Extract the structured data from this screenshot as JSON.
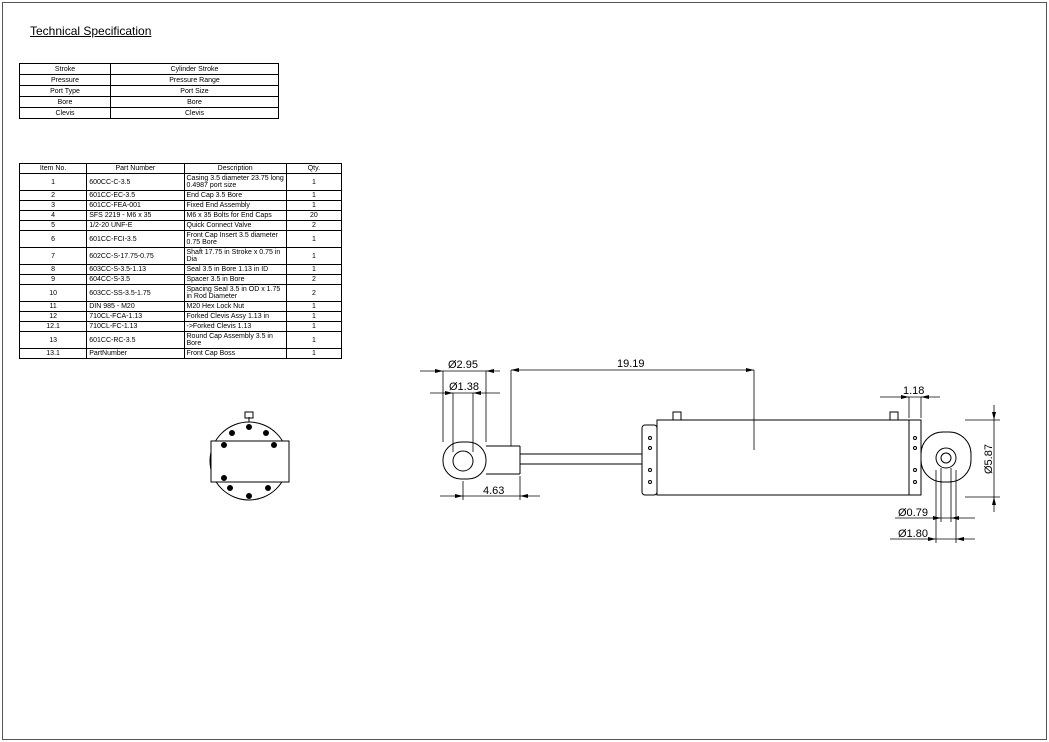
{
  "title": "Technical Specification",
  "spec_table": [
    [
      "Stroke",
      "Cylinder Stroke"
    ],
    [
      "Pressure",
      "Pressure Range"
    ],
    [
      "Port Type",
      "Port Size"
    ],
    [
      "Bore",
      "Bore"
    ],
    [
      "Clevis",
      "Clevis"
    ]
  ],
  "bom": {
    "headers": [
      "Item No.",
      "Part Number",
      "Description",
      "Qty."
    ],
    "rows": [
      [
        "1",
        "600CC-C-3.5",
        "Casing 3.5 diameter 23.75 long 0.4987 port size",
        "1"
      ],
      [
        "2",
        "601CC-EC-3.5",
        "End Cap 3.5 Bore",
        "1"
      ],
      [
        "3",
        "601CC-FEA-001",
        "Fixed End Assembly",
        "1"
      ],
      [
        "4",
        "SFS 2219 - M6 x 35",
        "M6 x 35 Bolts for End Caps",
        "20"
      ],
      [
        "5",
        "1/2-20 UNF-E",
        "Quick Connect Valve",
        "2"
      ],
      [
        "6",
        "601CC-FCI-3.5",
        "Front Cap Insert 3.5 diameter 0.75 Bore",
        "1"
      ],
      [
        "7",
        "602CC-S-17.75-0.75",
        "Shaft 17.75 in Stroke x 0.75 in Dia",
        "1"
      ],
      [
        "8",
        "603CC-S-3.5-1.13",
        "Seal 3.5 in Bore 1.13 in ID",
        "1"
      ],
      [
        "9",
        "604CC-S-3.5",
        "Spacer 3.5 in Bore",
        "2"
      ],
      [
        "10",
        "603CC-SS-3.5-1.75",
        "Spacing Seal 3.5 in OD x 1.75 in Rod Diameter",
        "2"
      ],
      [
        "11",
        "DIN 985 - M20",
        "M20 Hex Lock Nut",
        "1"
      ],
      [
        "12",
        "710CL-FCA-1.13",
        "Forked Clevis Assy 1.13 in",
        "1"
      ],
      [
        "12.1",
        "710CL-FC-1.13",
        "->Forked Clevis 1.13",
        "1"
      ],
      [
        "13",
        "601CC-RC-3.5",
        "Round Cap Assembly 3.5 in Bore",
        "1"
      ],
      [
        "13.1",
        "PartNumber",
        "Front Cap Boss",
        "1"
      ]
    ]
  },
  "dimensions": {
    "d_clevis_outer": "Ø2.95",
    "d_clevis_inner": "Ø1.38",
    "stroke_length": "19.19",
    "rod_offset": "4.63",
    "cap_width": "1.18",
    "d_body": "Ø5.87",
    "d_pin_inner": "Ø0.79",
    "d_pin_outer": "Ø1.80"
  }
}
